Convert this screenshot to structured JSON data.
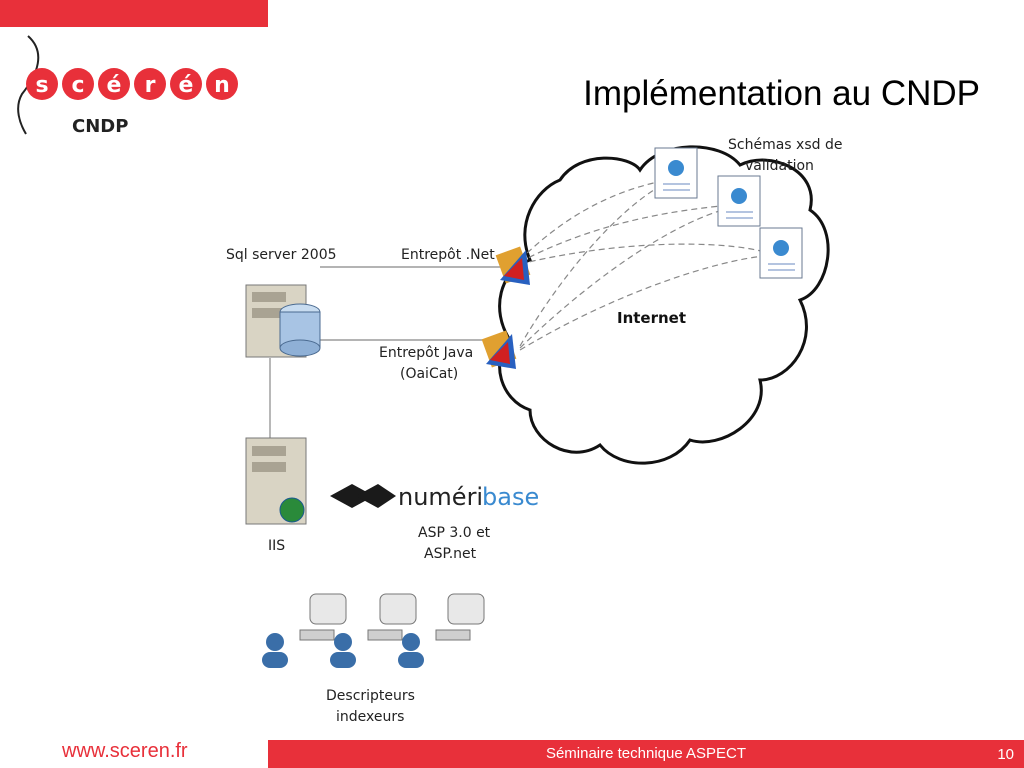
{
  "header": {
    "accent_color": "#e8303a",
    "logo": {
      "text": "scérén",
      "sub": "CNDP"
    },
    "title": "Implémentation au CNDP"
  },
  "diagram": {
    "sql_server": "Sql server 2005",
    "entrepot_net": "Entrepôt .Net",
    "entrepot_java_line1": "Entrepôt Java",
    "entrepot_java_line2": "(OaiCat)",
    "internet": "Internet",
    "schemas_line1": "Schémas xsd de",
    "schemas_line2": "validation",
    "iis": "IIS",
    "numeribase_part1": "numéri",
    "numeribase_part2": "base",
    "asp_line1": "ASP 3.0 et",
    "asp_line2": "ASP.net",
    "descripteurs_line1": "Descripteurs",
    "descripteurs_line2": "indexeurs"
  },
  "footer": {
    "url": "www.sceren.fr",
    "seminar": "Séminaire technique ASPECT",
    "page": "10"
  }
}
